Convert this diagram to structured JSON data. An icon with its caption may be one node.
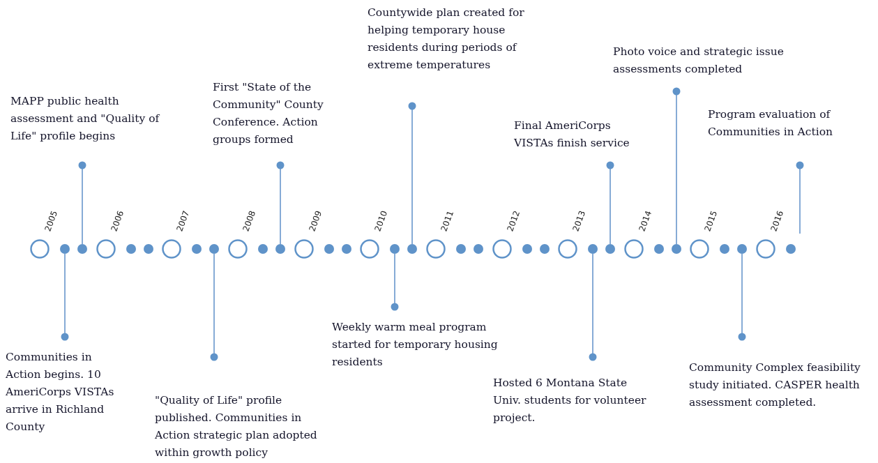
{
  "diagram": {
    "nodes": [
      {
        "text": [],
        "shape": "circle",
        "beside": [
          "2005"
        ]
      },
      {
        "text": [],
        "shape": "circle"
      },
      {
        "text": [],
        "shape": "circle"
      },
      {
        "text": [],
        "shape": "circle",
        "beside": [
          "2006"
        ]
      },
      {
        "text": [],
        "shape": "circle"
      },
      {
        "text": [],
        "shape": "circle"
      },
      {
        "text": [],
        "shape": "circle",
        "beside": [
          "2007"
        ]
      },
      {
        "text": [],
        "shape": "circle"
      },
      {
        "text": [],
        "shape": "circle"
      },
      {
        "text": [],
        "shape": "circle",
        "beside": [
          "2008"
        ]
      },
      {
        "text": [],
        "shape": "circle"
      },
      {
        "text": [],
        "shape": "circle"
      },
      {
        "text": [],
        "shape": "circle",
        "beside": [
          "2009"
        ]
      },
      {
        "text": [],
        "shape": "circle"
      },
      {
        "text": [],
        "shape": "circle"
      },
      {
        "text": [],
        "shape": "circle",
        "beside": [
          "2010"
        ]
      },
      {
        "text": [],
        "shape": "circle"
      },
      {
        "text": [],
        "shape": "circle"
      },
      {
        "text": [],
        "shape": "circle",
        "beside": [
          "2011"
        ]
      },
      {
        "text": [],
        "shape": "circle"
      },
      {
        "text": [],
        "shape": "circle"
      },
      {
        "text": [],
        "shape": "circle",
        "beside": [
          "2012"
        ]
      },
      {
        "text": [],
        "shape": "circle"
      },
      {
        "text": [],
        "shape": "circle"
      },
      {
        "text": [],
        "shape": "circle",
        "beside": [
          "2013"
        ]
      },
      {
        "text": [],
        "shape": "circle"
      },
      {
        "text": [],
        "shape": "circle"
      },
      {
        "text": [],
        "shape": "circle",
        "beside": [
          "2014"
        ]
      },
      {
        "text": [],
        "shape": "circle"
      },
      {
        "text": [],
        "shape": "circle"
      },
      {
        "text": [],
        "shape": "circle",
        "beside": [
          "2015"
        ]
      },
      {
        "text": [],
        "shape": "circle"
      },
      {
        "text": [],
        "shape": "circle"
      },
      {
        "text": [],
        "shape": "circle",
        "beside": [
          "2016"
        ]
      },
      {
        "text": [],
        "shape": "circle"
      },
      {
        "text": [
          "MAPP public health assessment and \"Quality of Life\" profile begins"
        ]
      },
      {
        "text": [
          "Communities in Action begins. 10 AmeriCorps VISTAs arrive in Richland County"
        ]
      },
      {
        "text": [
          "\"Quality of Life\" profile published. Communities in Action strategic plan adopted within growth policy"
        ]
      },
      {
        "text": [
          "First \"State of the Community\" County Conference. Action groups formed"
        ]
      },
      {
        "text": [
          "Countywide plan created for helping temporary house residents during periods of extreme temperatures"
        ]
      },
      {
        "text": [
          "Weekly warm meal program started for temporary housing residents"
        ]
      },
      {
        "text": [
          "Hosted 6 Montana State Univ. students for volunteer project."
        ]
      },
      {
        "text": [
          "Final AmeriCorps VISTAs finish service"
        ]
      },
      {
        "text": [
          "Photo voice and strategic issue assessments completed"
        ]
      },
      {
        "text": [
          "Program evaluation of Communities in Action"
        ]
      },
      {
        "text": [
          "Community Complex feasibility study initiated. CASPER health assessment completed."
        ]
      }
    ],
    "edges": [
      {
        "from": 2,
        "to": 35,
        "arrow": "other"
      },
      {
        "from": 1,
        "to": 36,
        "arrow": "other"
      },
      {
        "from": 8,
        "to": 37,
        "arrow": "other"
      },
      {
        "from": 11,
        "to": 38,
        "arrow": "other"
      },
      {
        "from": 17,
        "to": 39,
        "arrow": "other"
      },
      {
        "from": 16,
        "to": 40,
        "arrow": "other"
      },
      {
        "from": 25,
        "to": 41,
        "arrow": "other"
      },
      {
        "from": 26,
        "to": 42,
        "arrow": "other"
      },
      {
        "from": 29,
        "to": 43,
        "arrow": "other"
      },
      {
        "from": null,
        "to": 44,
        "arrow": "other"
      },
      {
        "from": 32,
        "to": 45,
        "arrow": "other"
      }
    ]
  }
}
